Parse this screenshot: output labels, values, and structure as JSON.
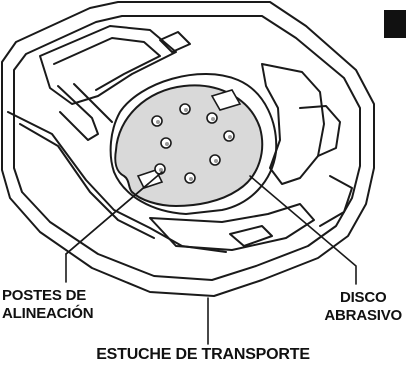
{
  "labels": {
    "alignment_posts_line1": "POSTES DE",
    "alignment_posts_line2": "ALINEACIÓN",
    "abrasive_disc_line1": "DISCO",
    "abrasive_disc_line2": "ABRASIVO",
    "carrying_case": "ESTUCHE DE TRANSPORTE"
  },
  "colors": {
    "line": "#1a1a1a",
    "disc_fill": "#d9d9d9",
    "case_fill": "#ffffff",
    "tab_fill": "#111111"
  }
}
